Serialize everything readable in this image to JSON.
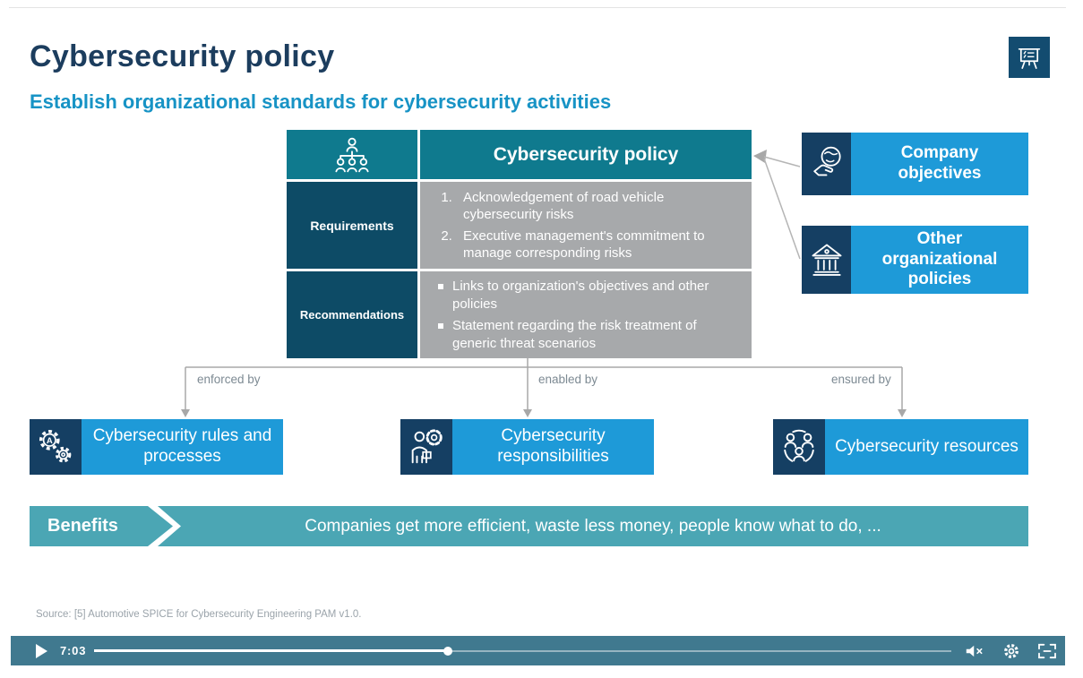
{
  "slide": {
    "title": "Cybersecurity policy",
    "subtitle": "Establish organizational standards for cybersecurity activities",
    "source": "Source: [5] Automotive SPICE for Cybersecurity Engineering PAM v1.0.",
    "corner_icon": "presentation-board-icon"
  },
  "diagram": {
    "header": {
      "title": "Cybersecurity policy",
      "icon": "org-chart-icon"
    },
    "rows": [
      {
        "label": "Requirements",
        "list_style": "numbered",
        "items": [
          "Acknowledgement of road vehicle cybersecurity risks",
          "Executive management's commitment to manage corresponding risks"
        ]
      },
      {
        "label": "Recommendations",
        "list_style": "square-bullet",
        "items": [
          "Links to organization's objectives and other policies",
          "Statement regarding the risk treatment of generic threat scenarios"
        ]
      }
    ],
    "inputs": [
      {
        "label": "Company objectives",
        "icon": "hand-globe-icon"
      },
      {
        "label": "Other organizational policies",
        "icon": "bank-building-icon"
      }
    ],
    "outputs": [
      {
        "connector_label": "enforced by",
        "label": "Cybersecurity rules and processes",
        "icon": "gears-icon"
      },
      {
        "connector_label": "enabled by",
        "label": "Cybersecurity responsibilities",
        "icon": "person-gear-icon"
      },
      {
        "connector_label": "ensured by",
        "label": "Cybersecurity resources",
        "icon": "people-circle-icon"
      }
    ]
  },
  "benefits": {
    "label": "Benefits",
    "text": "Companies get more efficient, waste less money, people know what to do, ..."
  },
  "player": {
    "current_time": "7:03",
    "progress_percent": 41.3,
    "muted": true,
    "icons": [
      "play-icon",
      "muted-speaker-icon",
      "settings-gear-icon",
      "fullscreen-icon"
    ]
  },
  "colors": {
    "title": "#1c3d5e",
    "subtitle": "#1793c5",
    "header_teal": "#0f7a8e",
    "label_navy": "#0d4b66",
    "icon_navy": "#153f63",
    "bright_blue": "#1e9ad8",
    "content_gray": "#a7a9ab",
    "benefits_teal": "#4ba6b4",
    "player_teal": "#40798f",
    "connector_gray": "#a8a8a8"
  }
}
